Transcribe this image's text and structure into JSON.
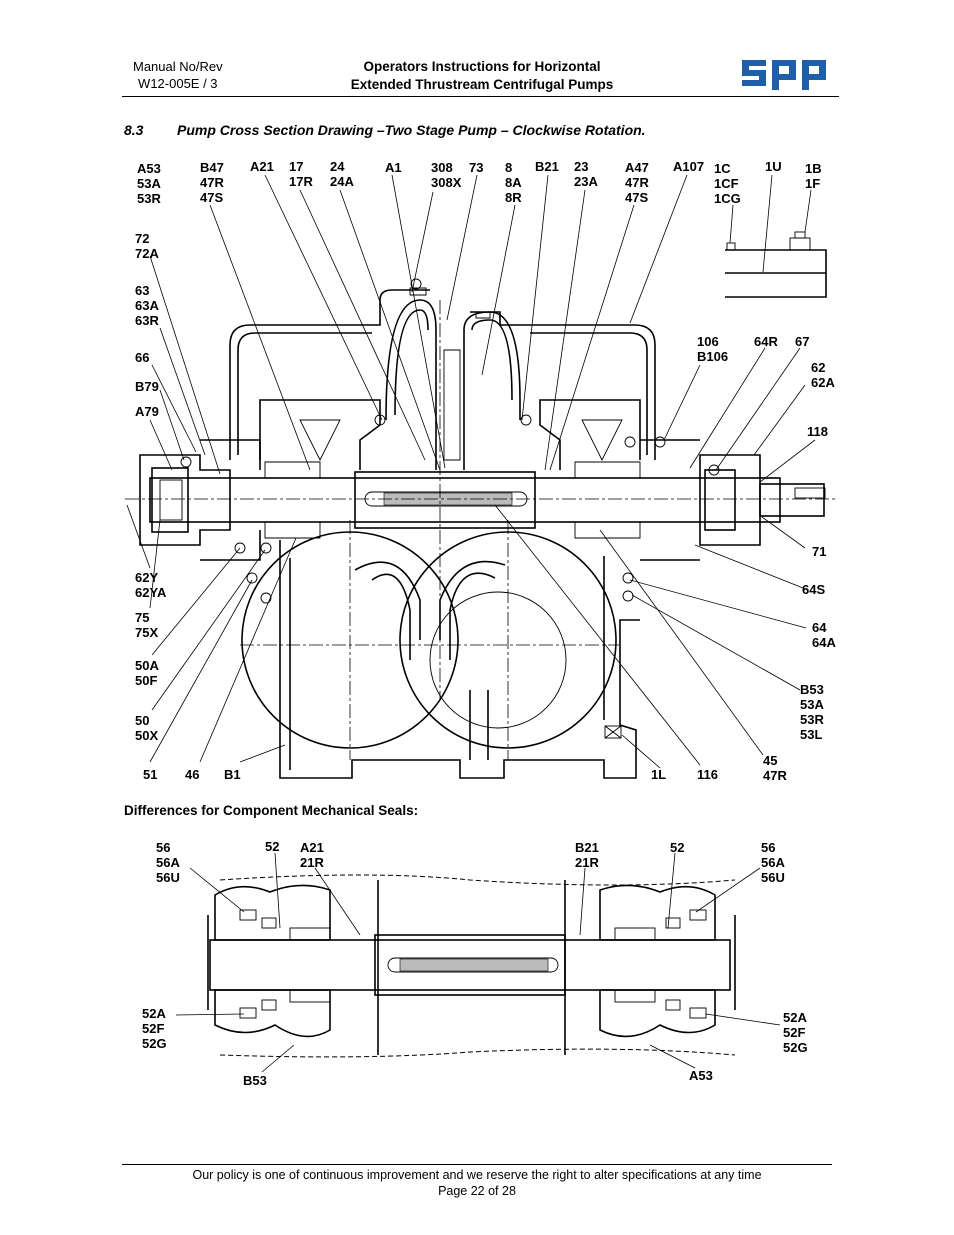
{
  "header": {
    "manual_label": "Manual No/Rev",
    "manual_value": "W12-005E / 3",
    "title_line1": "Operators Instructions for Horizontal",
    "title_line2": "Extended Thrustream Centrifugal Pumps",
    "logo_text": "spp",
    "brand_color": "#1f5ea8"
  },
  "section": {
    "number": "8.3",
    "title": "Pump Cross Section Drawing –Two Stage Pump – Clockwise Rotation."
  },
  "main_labels": {
    "a53": [
      "A53",
      "53A",
      "53R"
    ],
    "b47": [
      "B47",
      "47R",
      "47S"
    ],
    "a21": [
      "A21"
    ],
    "p17": [
      "17",
      "17R"
    ],
    "p24": [
      "24",
      "24A"
    ],
    "a1": [
      "A1"
    ],
    "p308": [
      "308",
      "308X"
    ],
    "p73": [
      "73"
    ],
    "p8": [
      "8",
      "8A",
      "8R"
    ],
    "b21": [
      "B21"
    ],
    "p23": [
      "23",
      "23A"
    ],
    "a47": [
      "A47",
      "47R",
      "47S"
    ],
    "a107": [
      "A107"
    ],
    "p1c": [
      "1C",
      "1CF",
      "1CG"
    ],
    "p1u": [
      "1U"
    ],
    "p1b": [
      "1B",
      "1F"
    ],
    "p72": [
      "72",
      "72A"
    ],
    "p63": [
      "63",
      "63A",
      "63R"
    ],
    "p66": [
      "66"
    ],
    "b79": [
      "B79"
    ],
    "a79": [
      "A79"
    ],
    "p106": [
      "106",
      "B106"
    ],
    "p64r": [
      "64R"
    ],
    "p67": [
      "67"
    ],
    "p62": [
      "62",
      "62A"
    ],
    "p118": [
      "118"
    ],
    "p71": [
      "71"
    ],
    "p64s": [
      "64S"
    ],
    "p64": [
      "64",
      "64A"
    ],
    "b53": [
      "B53",
      "53A",
      "53R",
      "53L"
    ],
    "p62y": [
      "62Y",
      "62YA"
    ],
    "p75": [
      "75",
      "75X"
    ],
    "p50a": [
      "50A",
      "50F"
    ],
    "p50": [
      "50",
      "50X"
    ],
    "p51": [
      "51"
    ],
    "p46": [
      "46"
    ],
    "b1": [
      "B1"
    ],
    "p1l": [
      "1L"
    ],
    "p116": [
      "116"
    ],
    "p45": [
      "45",
      "47R"
    ]
  },
  "seals": {
    "subheading": "Differences for Component Mechanical Seals:",
    "labels": {
      "l56": [
        "56",
        "56A",
        "56U"
      ],
      "l52": [
        "52"
      ],
      "a21": [
        "A21",
        "21R"
      ],
      "b21": [
        "B21",
        "21R"
      ],
      "r52": [
        "52"
      ],
      "r56": [
        "56",
        "56A",
        "56U"
      ],
      "l52a": [
        "52A",
        "52F",
        "52G"
      ],
      "b53": [
        "B53"
      ],
      "r52a": [
        "52A",
        "52F",
        "52G"
      ],
      "a53": [
        "A53"
      ]
    }
  },
  "footer": {
    "policy": "Our policy is one of continuous improvement and we reserve the right to alter specifications at any time",
    "page": "Page 22 of 28"
  }
}
